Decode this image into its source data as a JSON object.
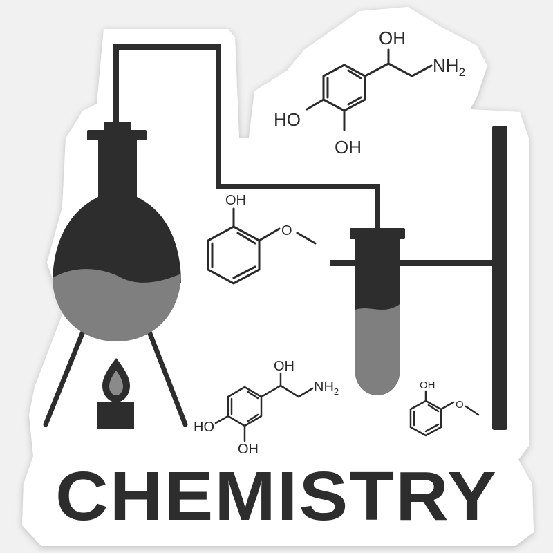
{
  "title": "CHEMISTRY",
  "colors": {
    "background": "#f1f1f1",
    "sticker": "#ffffff",
    "ink": "#2d2d2d",
    "liquid": "#7f7f7f"
  },
  "molecules": {
    "adrenaline_large": {
      "oh_top": "OH",
      "nh2": "NH",
      "nh2_sub": "2",
      "ho_left": "HO",
      "oh_bottom": "OH"
    },
    "guaiacol_large": {
      "oh": "OH"
    },
    "adrenaline_small": {
      "oh_top": "OH",
      "nh2": "NH",
      "nh2_sub": "2",
      "ho_left": "HO",
      "oh_bottom": "OH"
    },
    "guaiacol_small": {
      "oh": "OH"
    }
  },
  "icons": [
    "round-flask-icon",
    "test-tube-icon",
    "burner-flame-icon",
    "tripod-stand-icon",
    "lab-stand-icon"
  ]
}
